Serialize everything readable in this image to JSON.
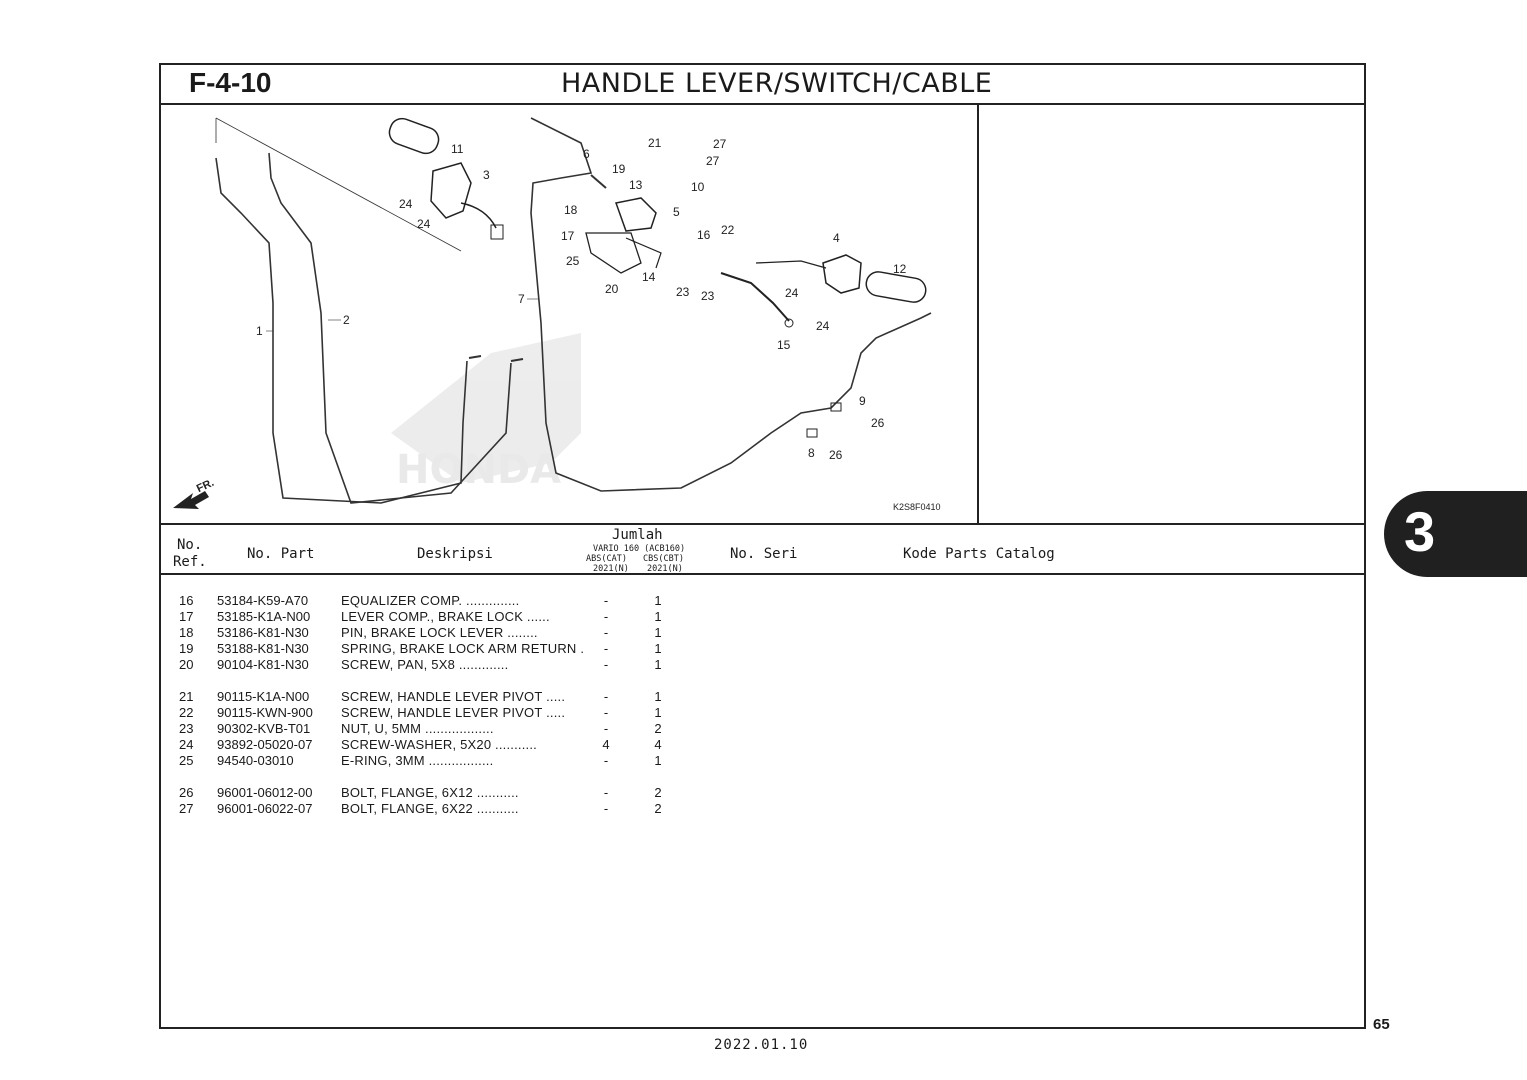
{
  "header": {
    "figure_code": "F-4-10",
    "title": "HANDLE LEVER/SWITCH/CABLE"
  },
  "diagram": {
    "image_code": "K2S8F0410",
    "front_label": "FR.",
    "watermark": "HONDA",
    "callouts": [
      "1",
      "2",
      "3",
      "4",
      "5",
      "6",
      "7",
      "8",
      "9",
      "10",
      "11",
      "12",
      "13",
      "14",
      "15",
      "16",
      "17",
      "18",
      "19",
      "20",
      "21",
      "22",
      "23",
      "23",
      "24",
      "24",
      "24",
      "24",
      "25",
      "26",
      "26",
      "27",
      "27"
    ]
  },
  "table_header": {
    "no_ref": "No.",
    "no_ref_2": "Ref.",
    "no_part": "No. Part",
    "deskripsi": "Deskripsi",
    "jumlah": "Jumlah",
    "model_1": "VARIO 160 (ACB160)",
    "model_1a": "ABS(CAT)",
    "model_1b": "2021(N)",
    "model_2a": "CBS(CBT)",
    "model_2b": "2021(N)",
    "no_seri": "No. Seri",
    "kode": "Kode Parts Catalog"
  },
  "parts": [
    {
      "ref": "16",
      "part": "53184-K59-A70",
      "desc": "EQUALIZER COMP.  ..............",
      "q1": "-",
      "q2": "1"
    },
    {
      "ref": "17",
      "part": "53185-K1A-N00",
      "desc": "LEVER COMP., BRAKE LOCK  ......",
      "q1": "-",
      "q2": "1"
    },
    {
      "ref": "18",
      "part": "53186-K81-N30",
      "desc": "PIN, BRAKE LOCK LEVER  ........",
      "q1": "-",
      "q2": "1"
    },
    {
      "ref": "19",
      "part": "53188-K81-N30",
      "desc": "SPRING, BRAKE LOCK ARM RETURN .",
      "q1": "-",
      "q2": "1"
    },
    {
      "ref": "20",
      "part": "90104-K81-N30",
      "desc": "SCREW, PAN, 5X8  .............",
      "q1": "-",
      "q2": "1"
    },
    {
      "ref": "21",
      "part": "90115-K1A-N00",
      "desc": "SCREW, HANDLE LEVER PIVOT .....",
      "q1": "-",
      "q2": "1"
    },
    {
      "ref": "22",
      "part": "90115-KWN-900",
      "desc": "SCREW, HANDLE LEVER PIVOT .....",
      "q1": "-",
      "q2": "1"
    },
    {
      "ref": "23",
      "part": "90302-KVB-T01",
      "desc": "NUT, U, 5MM ..................",
      "q1": "-",
      "q2": "2"
    },
    {
      "ref": "24",
      "part": "93892-05020-07",
      "desc": "SCREW-WASHER, 5X20 ...........",
      "q1": "4",
      "q2": "4"
    },
    {
      "ref": "25",
      "part": "94540-03010",
      "desc": "E-RING, 3MM  .................",
      "q1": "-",
      "q2": "1"
    },
    {
      "ref": "26",
      "part": "96001-06012-00",
      "desc": "BOLT, FLANGE, 6X12 ...........",
      "q1": "-",
      "q2": "2"
    },
    {
      "ref": "27",
      "part": "96001-06022-07",
      "desc": "BOLT, FLANGE, 6X22 ...........",
      "q1": "-",
      "q2": "2"
    }
  ],
  "section_tab": "3",
  "page_number": "65",
  "date": "2022.01.10"
}
